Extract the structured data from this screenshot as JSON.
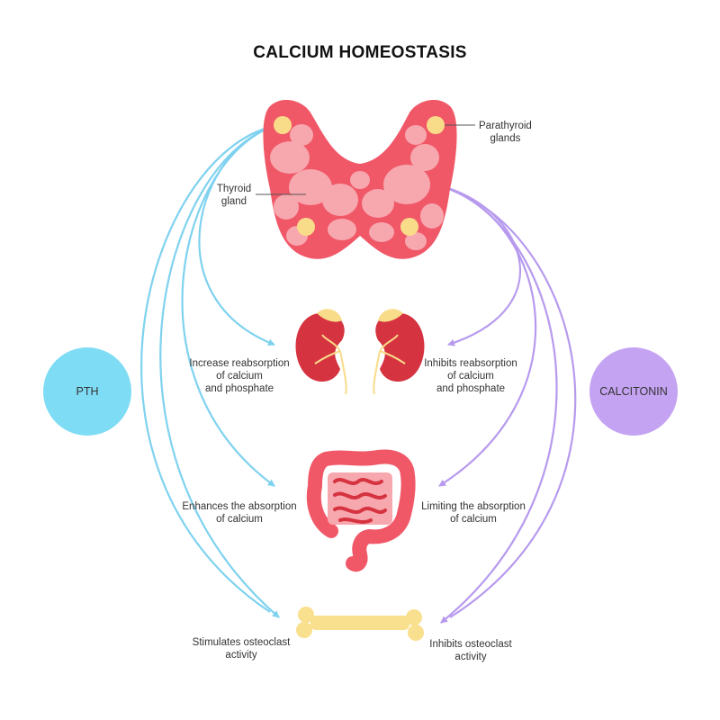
{
  "title": "CALCIUM HOMEOSTASIS",
  "labels": {
    "parathyroid": "Parathyroid\nglands",
    "thyroid": "Thyroid\ngland",
    "pth_kidney": "Increase reabsorption\nof calcium\nand phosphate",
    "calc_kidney": "Inhibits reabsorption\nof calcium\nand phosphate",
    "pth_intestine": "Enhances the absorption\nof calcium",
    "calc_intestine": "Limiting  the absorption\nof calcium",
    "pth_bone": "Stimulates osteoclast\nactivity",
    "calc_bone": "Inhibits osteoclast\nactivity"
  },
  "hormones": {
    "pth": {
      "label": "PTH",
      "color": "#7fdcf5"
    },
    "calcitonin": {
      "label": "CALCITONIN",
      "color": "#c4a3f2"
    }
  },
  "colors": {
    "pth_arrow": "#7fd2ef",
    "calcitonin_arrow": "#b79aee",
    "thyroid_base": "#f05868",
    "thyroid_lobule": "#f7a7ae",
    "parathyroid": "#f9dc8a",
    "kidney": "#d63340",
    "bone": "#f9e08e"
  }
}
